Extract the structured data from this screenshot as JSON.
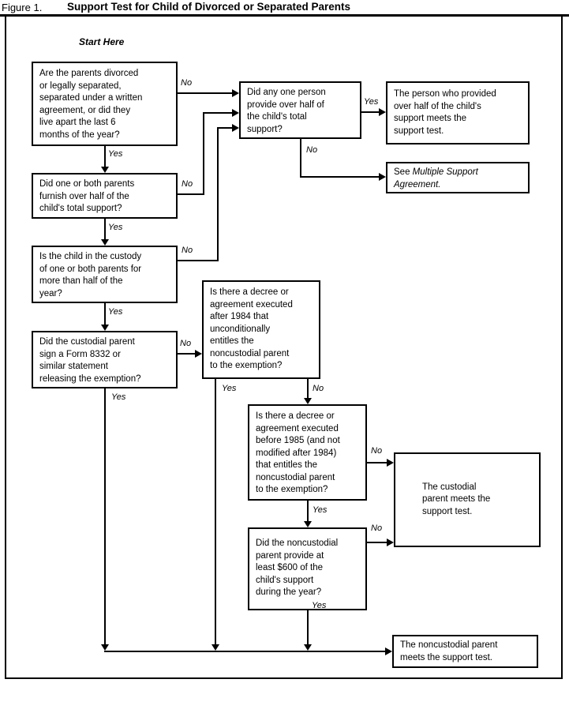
{
  "title": {
    "figure_label": "Figure 1.",
    "text": "Support Test for Child of Divorced or Separated Parents"
  },
  "start_label": "Start Here",
  "labels": {
    "yes": "Yes",
    "no": "No"
  },
  "colors": {
    "ink": "#000000",
    "background": "#ffffff"
  },
  "nodes": {
    "parents_divorced": {
      "text": "Are the parents divorced\nor legally separated,\nseparated under a written\nagreement, or did they\nlive apart the last 6\nmonths of the year?"
    },
    "parents_furnish_half": {
      "text": "Did one or both parents\nfurnish over half of the\nchild's total support?"
    },
    "child_custody": {
      "text": "Is the child in the custody\nof one or both parents for\nmore than half of the\nyear?"
    },
    "form_8332": {
      "text": "Did the custodial parent\nsign a Form 8332 or\nsimilar statement\nreleasing the exemption?"
    },
    "any_one_person": {
      "text": "Did any one person\nprovide over half of\nthe child's total\nsupport?"
    },
    "person_provided_meets": {
      "text": "The person who provided\nover half of the child's\nsupport meets the\nsupport test."
    },
    "see_multiple_support": {
      "prefix": "See ",
      "italic": "Multiple Support\nAgreement."
    },
    "decree_after_1984": {
      "text": "Is there a decree or\nagreement executed\nafter 1984 that\nunconditionally\nentitles the\nnoncustodial parent\nto the exemption?"
    },
    "decree_before_1985": {
      "text": "Is there a decree or\nagreement executed\nbefore 1985 (and not\nmodified after 1984)\nthat entitles the\nnoncustodial parent\nto the exemption?"
    },
    "noncustodial_600": {
      "text": "Did the noncustodial\nparent provide at\nleast $600 of the\nchild's support\nduring the year?"
    },
    "custodial_meets": {
      "text": "The custodial\nparent meets the\nsupport test."
    },
    "noncustodial_meets": {
      "text": "The noncustodial parent\nmeets the support test."
    }
  },
  "edges": [
    {
      "from": "parents_divorced",
      "label": "Yes",
      "to": "parents_furnish_half"
    },
    {
      "from": "parents_divorced",
      "label": "No",
      "to": "any_one_person"
    },
    {
      "from": "parents_furnish_half",
      "label": "Yes",
      "to": "child_custody"
    },
    {
      "from": "parents_furnish_half",
      "label": "No",
      "to": "any_one_person"
    },
    {
      "from": "child_custody",
      "label": "Yes",
      "to": "form_8332"
    },
    {
      "from": "child_custody",
      "label": "No",
      "to": "any_one_person"
    },
    {
      "from": "form_8332",
      "label": "Yes",
      "to": "noncustodial_meets"
    },
    {
      "from": "form_8332",
      "label": "No",
      "to": "decree_after_1984"
    },
    {
      "from": "any_one_person",
      "label": "Yes",
      "to": "person_provided_meets"
    },
    {
      "from": "any_one_person",
      "label": "No",
      "to": "see_multiple_support"
    },
    {
      "from": "decree_after_1984",
      "label": "Yes",
      "to": "noncustodial_meets"
    },
    {
      "from": "decree_after_1984",
      "label": "No",
      "to": "decree_before_1985"
    },
    {
      "from": "decree_before_1985",
      "label": "Yes",
      "to": "noncustodial_600"
    },
    {
      "from": "decree_before_1985",
      "label": "No",
      "to": "custodial_meets"
    },
    {
      "from": "noncustodial_600",
      "label": "Yes",
      "to": "noncustodial_meets"
    },
    {
      "from": "noncustodial_600",
      "label": "No",
      "to": "custodial_meets"
    }
  ]
}
